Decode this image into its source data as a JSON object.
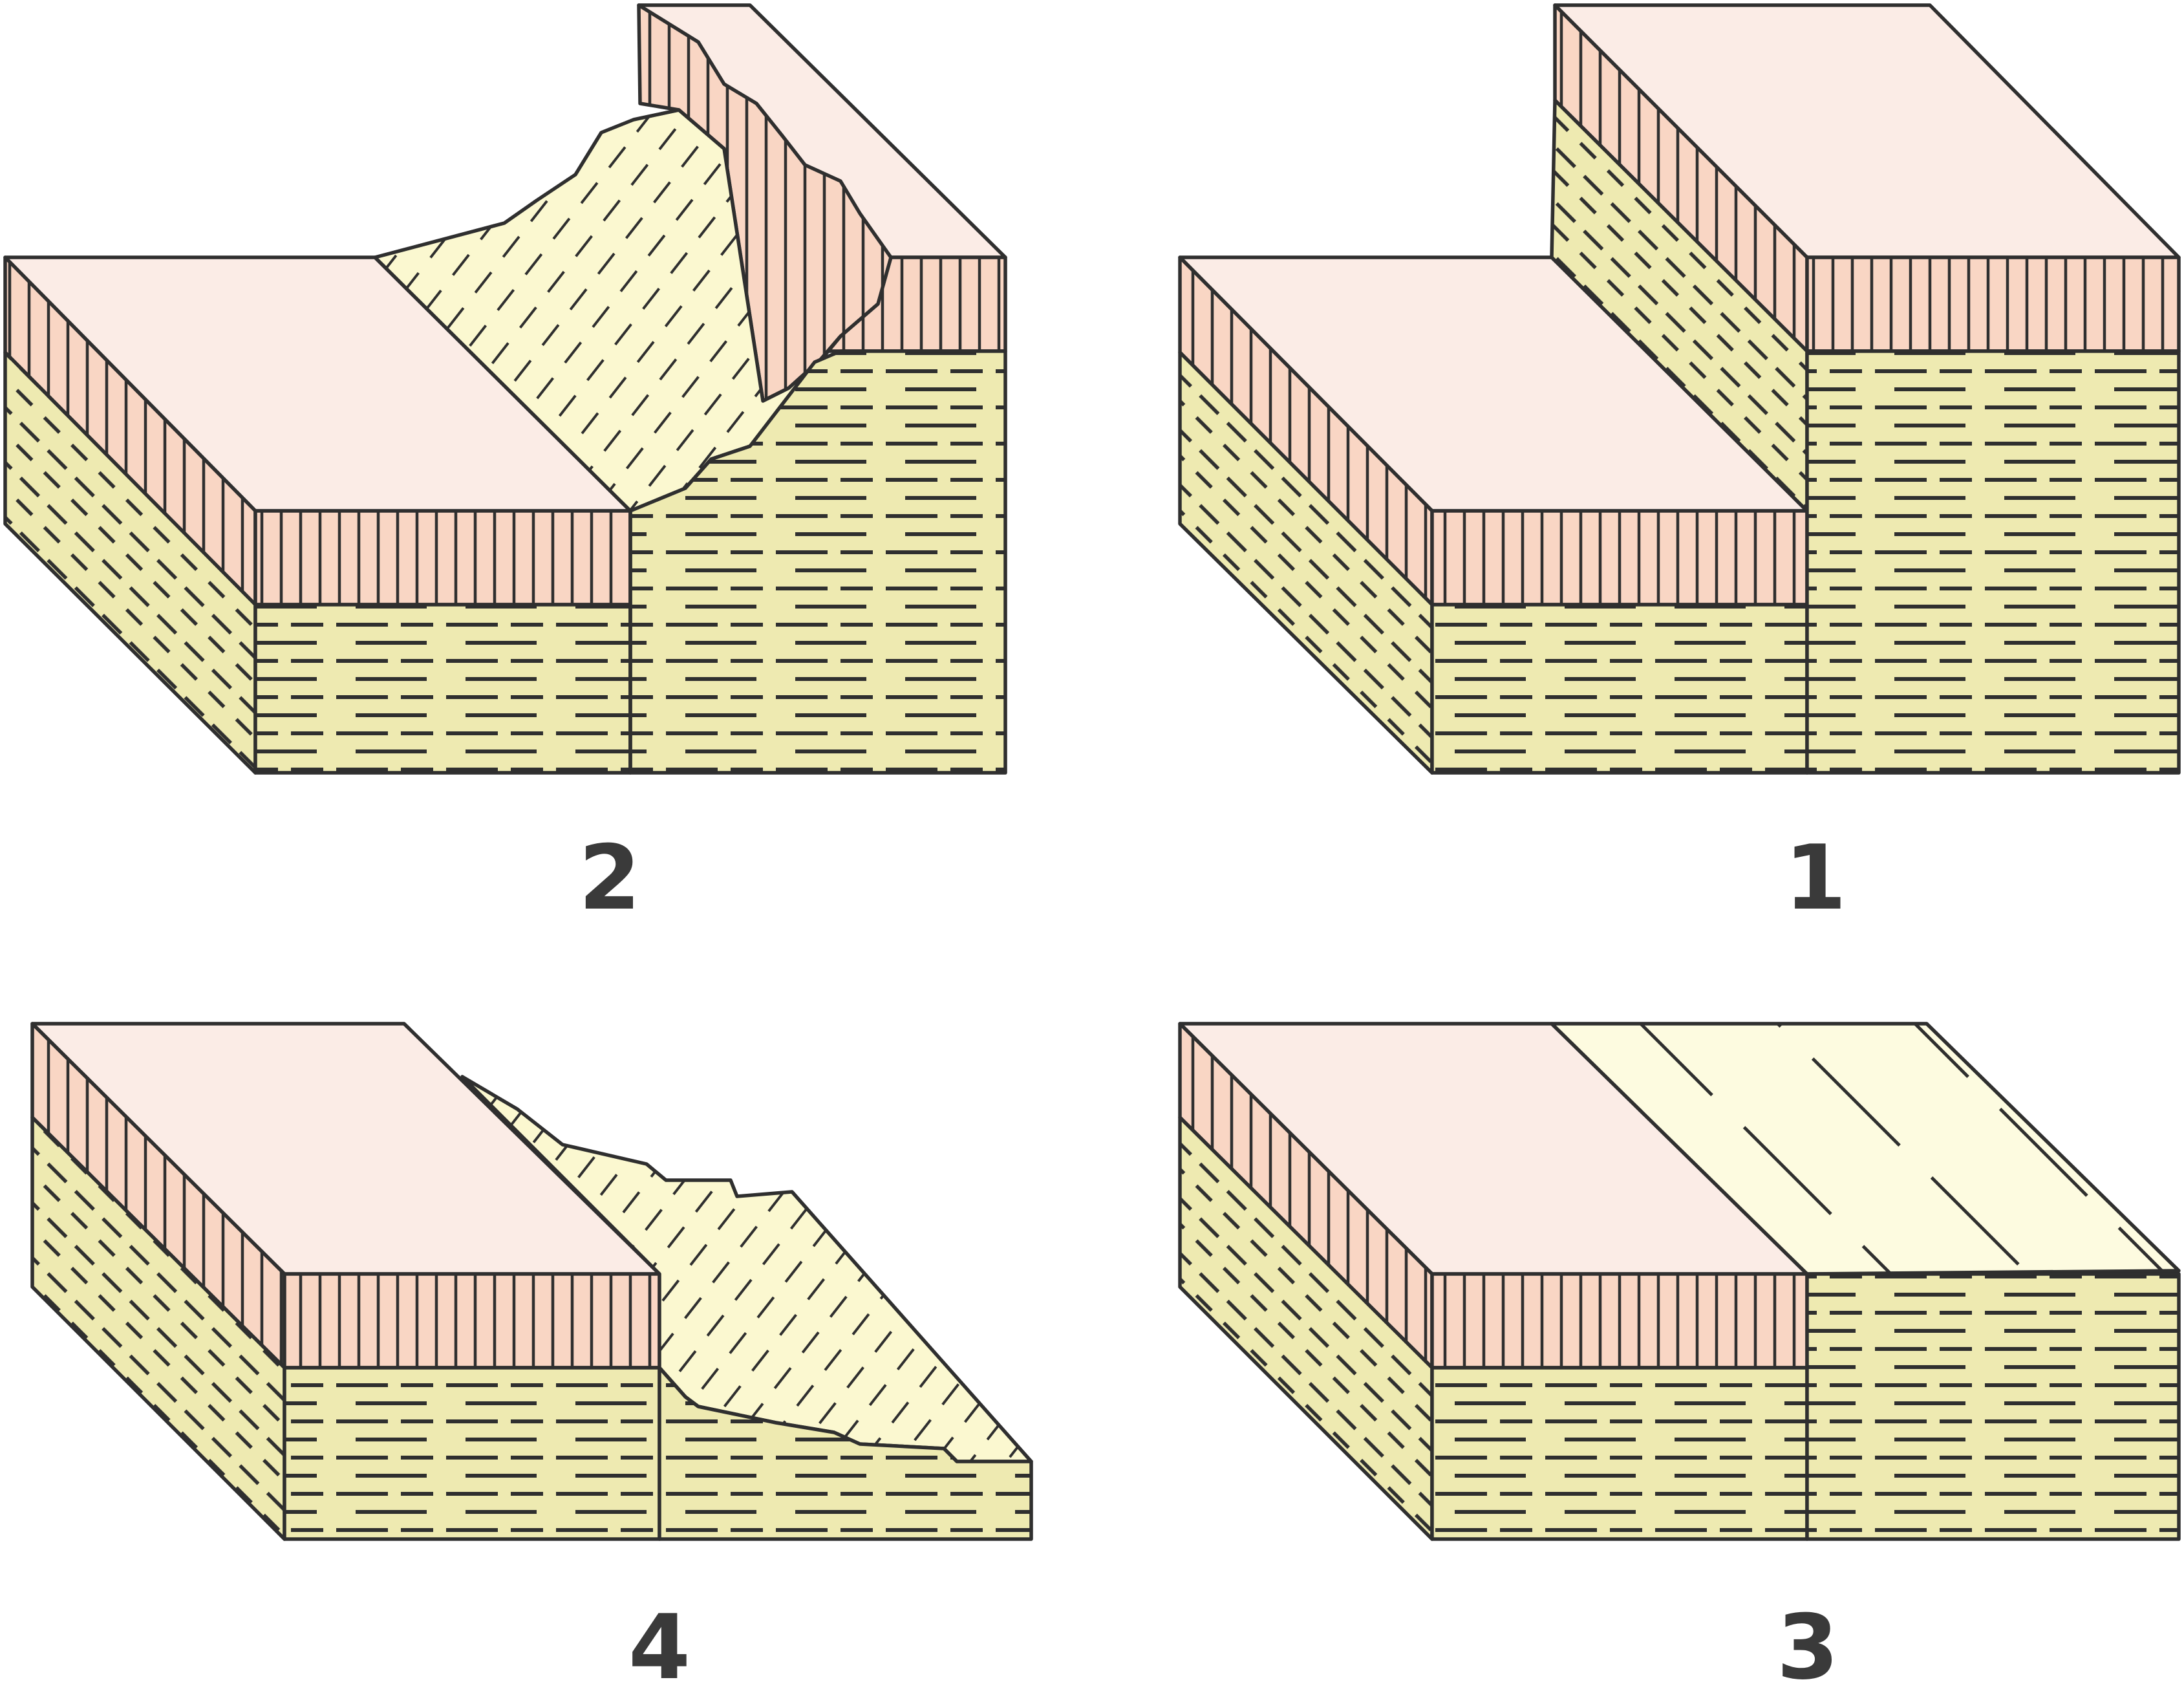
{
  "panels": [
    {
      "id": "panel-2",
      "label": "2"
    },
    {
      "id": "panel-1",
      "label": "1"
    },
    {
      "id": "panel-4",
      "label": "4"
    },
    {
      "id": "panel-3",
      "label": "3"
    }
  ],
  "colors": {
    "top_surface": "#fbece6",
    "upper_layer": "#f9d6c4",
    "lower_layer": "#eeeab1",
    "slope_surface": "#fbf8d0",
    "slope_surface_light": "#fdfbe0",
    "line": "#2f2f2f",
    "label": "#3a3a3a"
  }
}
